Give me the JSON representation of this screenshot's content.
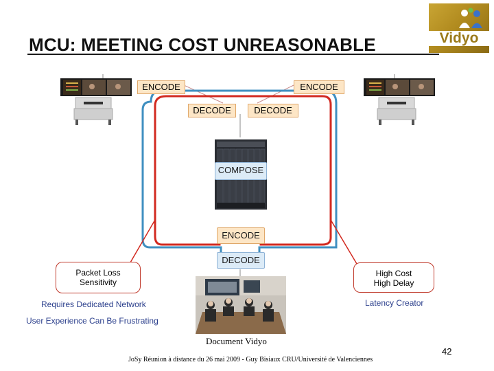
{
  "slide": {
    "title": "MCU: MEETING COST UNREASONABLE",
    "logo_text": "Vidyo",
    "page_number": "42"
  },
  "diagram": {
    "encode_left": "ENCODE",
    "encode_right": "ENCODE",
    "decode_left": "DECODE",
    "decode_right": "DECODE",
    "compose": "COMPOSE",
    "encode_bottom": "ENCODE",
    "decode_bottom": "DECODE"
  },
  "callouts": {
    "left_line1": "Packet Loss",
    "left_line2": "Sensitivity",
    "right_line1": "High Cost",
    "right_line2": "High Delay"
  },
  "notes": {
    "requires_network": "Requires Dedicated Network",
    "latency_creator": "Latency Creator",
    "user_experience": "User Experience Can Be Frustrating",
    "document": "Document Vidyo",
    "footer": "JoSy Réunion à distance du 26 mai 2009 - Guy Bisiaux CRU/Université de Valenciennes"
  },
  "colors": {
    "red_path": "#d22a20",
    "blue_path": "#3f8fc0",
    "label_fill": "#fde6c6",
    "node_fill": "#dcebf7",
    "text_blue": "#2b3f8c"
  }
}
